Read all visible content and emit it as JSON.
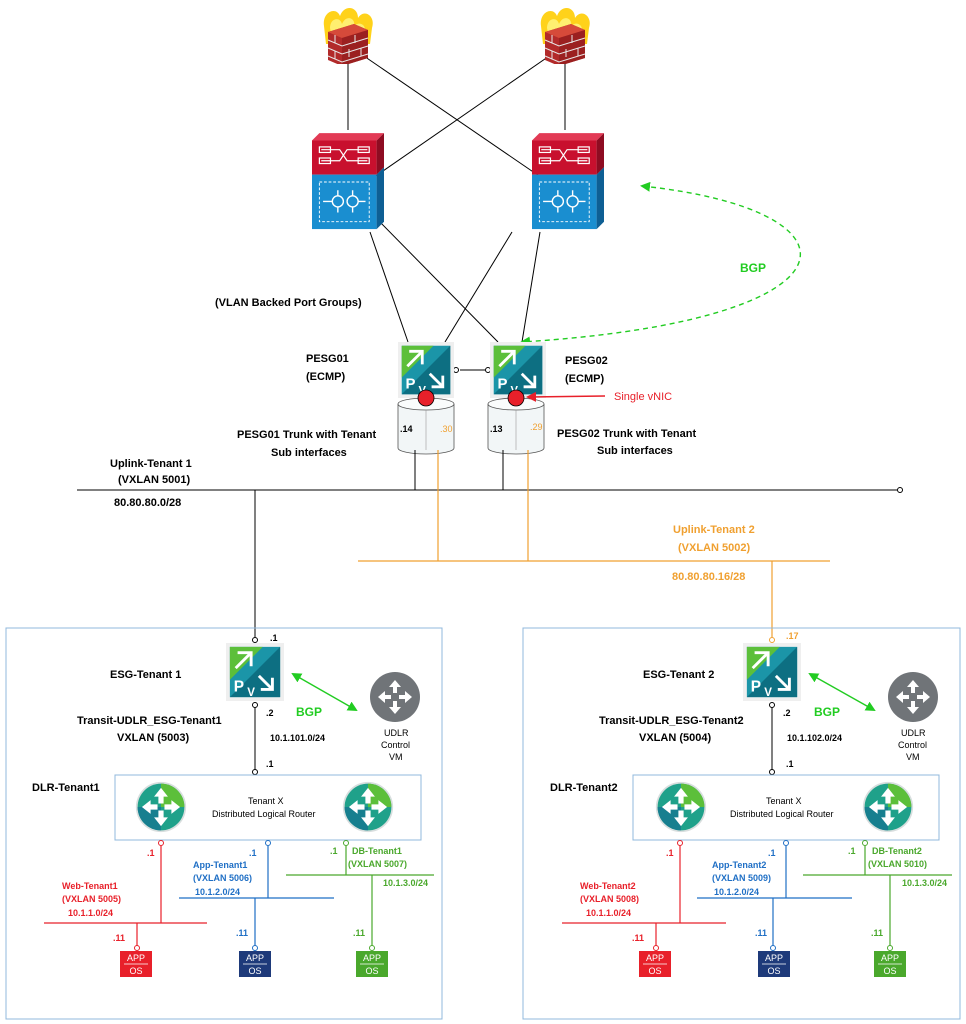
{
  "colors": {
    "red": "#e8202a",
    "orange": "#f0a030",
    "blue": "#1f6fc5",
    "green": "#4aa82c",
    "bgp": "#22cc22",
    "navy": "#1e3a7a",
    "panel_border": "#90b8dc"
  },
  "icons": [
    "firewall-icon",
    "switch-icon",
    "esg-icon",
    "dlr-router-icon",
    "udlr-control-vm-icon",
    "app-os-icon"
  ],
  "top": {
    "vlan_label": "(VLAN Backed Port Groups)",
    "bgp_label": "BGP",
    "pesg01_name": "PESG01",
    "pesg01_mode": "(ECMP)",
    "pesg02_name": "PESG02",
    "pesg02_mode": "(ECMP)",
    "single_vnic": "Single vNIC",
    "pesg01_trunk_1": "PESG01 Trunk with Tenant",
    "pesg01_trunk_2": "Sub interfaces",
    "pesg02_trunk_1": "PESG02 Trunk with Tenant",
    "pesg02_trunk_2": "Sub interfaces",
    "p1_ip_a": ".14",
    "p1_ip_b": ".30",
    "p2_ip_a": ".13",
    "p2_ip_b": ".29"
  },
  "uplink1": {
    "name": "Uplink-Tenant 1",
    "vxlan": "(VXLAN 5001)",
    "subnet": "80.80.80.0/28"
  },
  "uplink2": {
    "name": "Uplink-Tenant 2",
    "vxlan": "(VXLAN 5002)",
    "subnet": "80.80.80.16/28"
  },
  "tenant1": {
    "esg_name": "ESG-Tenant 1",
    "esg_uplink_ip": ".1",
    "esg_transit_ip": ".2",
    "bgp": "BGP",
    "transit_name": "Transit-UDLR_ESG-Tenant1",
    "transit_vxlan": "VXLAN (5003)",
    "transit_subnet": "10.1.101.0/24",
    "dlr_uplink_ip": ".1",
    "dlr_name": "DLR-Tenant1",
    "dlr_box_1": "Tenant X",
    "dlr_box_2": "Distributed Logical Router",
    "udlr_1": "UDLR",
    "udlr_2": "Control",
    "udlr_3": "VM",
    "web_gw": ".1",
    "web_name": "Web-Tenant1",
    "web_vxlan": "(VXLAN 5005)",
    "web_subnet": "10.1.1.0/24",
    "web_vm_ip": ".11",
    "app_gw": ".1",
    "app_name": "App-Tenant1",
    "app_vxlan": "(VXLAN 5006)",
    "app_subnet": "10.1.2.0/24",
    "app_vm_ip": ".11",
    "db_gw": ".1",
    "db_name": "DB-Tenant1",
    "db_vxlan": "(VXLAN 5007)",
    "db_subnet": "10.1.3.0/24",
    "db_vm_ip": ".11"
  },
  "tenant2": {
    "esg_name": "ESG-Tenant 2",
    "esg_uplink_ip": ".17",
    "esg_transit_ip": ".2",
    "bgp": "BGP",
    "transit_name": "Transit-UDLR_ESG-Tenant2",
    "transit_vxlan": "VXLAN (5004)",
    "transit_subnet": "10.1.102.0/24",
    "dlr_uplink_ip": ".1",
    "dlr_name": "DLR-Tenant2",
    "dlr_box_1": "Tenant X",
    "dlr_box_2": "Distributed Logical Router",
    "udlr_1": "UDLR",
    "udlr_2": "Control",
    "udlr_3": "VM",
    "web_gw": ".1",
    "web_name": "Web-Tenant2",
    "web_vxlan": "(VXLAN 5008)",
    "web_subnet": "10.1.1.0/24",
    "web_vm_ip": ".11",
    "app_gw": ".1",
    "app_name": "App-Tenant2",
    "app_vxlan": "(VXLAN 5009)",
    "app_subnet": "10.1.2.0/24",
    "app_vm_ip": ".11",
    "db_gw": ".1",
    "db_name": "DB-Tenant2",
    "db_vxlan": "(VXLAN 5010)",
    "db_subnet": "10.1.3.0/24",
    "db_vm_ip": ".11"
  },
  "vm": {
    "line1": "APP",
    "line2": "OS"
  }
}
